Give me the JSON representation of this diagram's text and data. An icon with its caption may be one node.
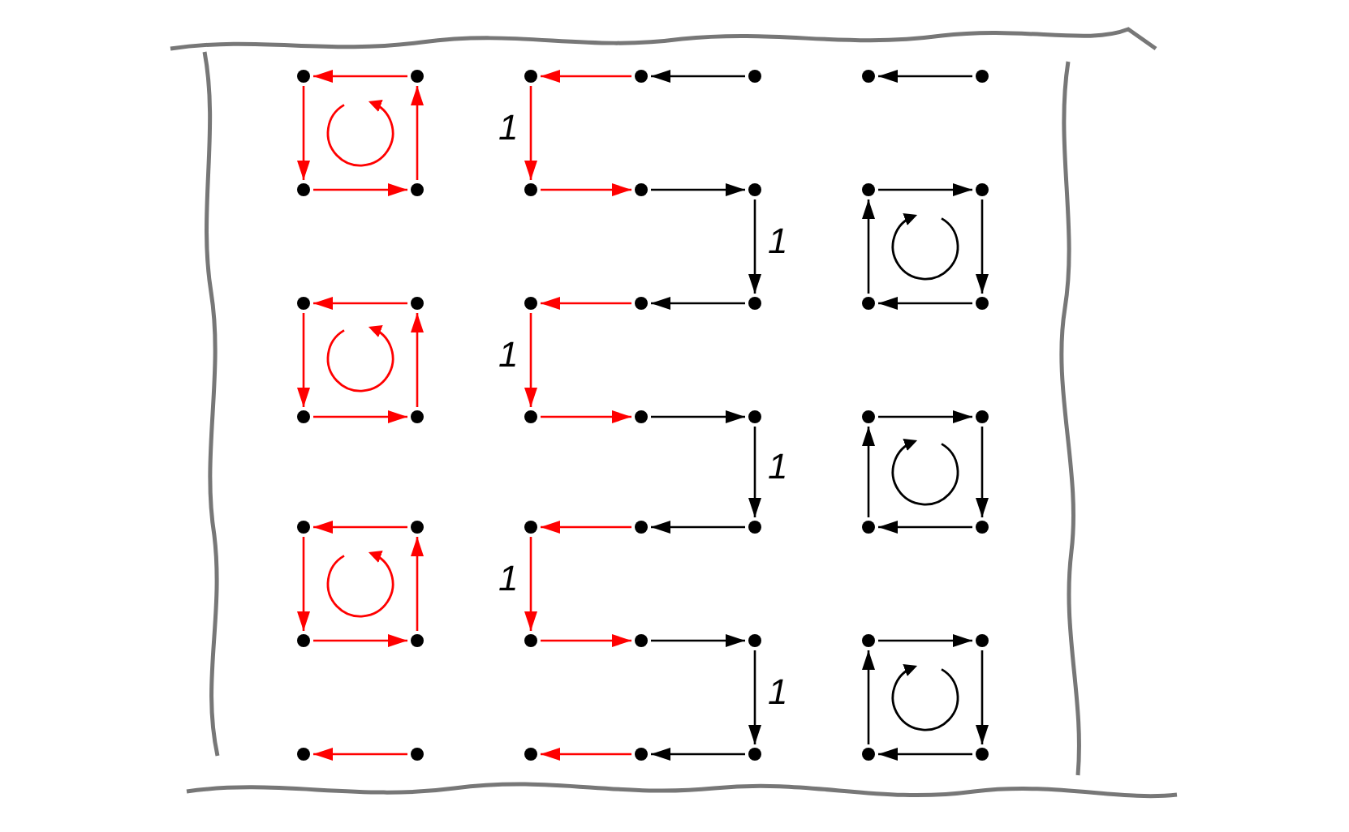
{
  "diagram": {
    "nodes": [
      {
        "text": [],
        "shape": "circle"
      },
      {
        "text": [],
        "shape": "circle"
      },
      {
        "text": [],
        "shape": "circle"
      },
      {
        "text": [],
        "shape": "circle"
      },
      {
        "text": [],
        "shape": "circle"
      },
      {
        "text": [],
        "shape": "circle"
      },
      {
        "text": [],
        "shape": "circle"
      },
      {
        "text": [],
        "shape": "circle"
      },
      {
        "text": [],
        "shape": "circle"
      },
      {
        "text": [],
        "shape": "circle"
      },
      {
        "text": [],
        "shape": "circle"
      },
      {
        "text": [],
        "shape": "circle"
      },
      {
        "text": [],
        "shape": "circle"
      },
      {
        "text": [],
        "shape": "circle"
      },
      {
        "text": [],
        "shape": "circle"
      },
      {
        "text": [],
        "shape": "circle"
      },
      {
        "text": [],
        "shape": "circle"
      },
      {
        "text": [],
        "shape": "circle"
      },
      {
        "text": [],
        "shape": "circle"
      },
      {
        "text": [],
        "shape": "circle"
      },
      {
        "text": [],
        "shape": "circle"
      },
      {
        "text": [],
        "shape": "circle"
      },
      {
        "text": [],
        "shape": "circle"
      },
      {
        "text": [],
        "shape": "circle"
      },
      {
        "text": [],
        "shape": "circle"
      },
      {
        "text": [],
        "shape": "circle"
      },
      {
        "text": [],
        "shape": "circle"
      },
      {
        "text": [],
        "shape": "circle"
      },
      {
        "text": [],
        "shape": "circle"
      },
      {
        "text": [],
        "shape": "circle"
      },
      {
        "text": [],
        "shape": "circle"
      },
      {
        "text": [],
        "shape": "circle"
      },
      {
        "text": [],
        "shape": "circle"
      },
      {
        "text": [],
        "shape": "circle"
      },
      {
        "text": [],
        "shape": "circle"
      },
      {
        "text": [],
        "shape": "circle"
      },
      {
        "text": [],
        "shape": "circle"
      },
      {
        "text": [],
        "shape": "circle"
      },
      {
        "text": [],
        "shape": "circle"
      },
      {
        "text": [],
        "shape": "circle"
      },
      {
        "text": [],
        "shape": "circle"
      },
      {
        "text": [],
        "shape": "circle"
      },
      {
        "text": [],
        "shape": "circle"
      },
      {
        "text": [],
        "shape": "circle"
      },
      {
        "text": [],
        "shape": "circle"
      },
      {
        "text": [],
        "shape": "circle"
      },
      {
        "text": [],
        "shape": "circle"
      },
      {
        "text": [],
        "shape": "circle"
      },
      {
        "text": [],
        "shape": "circle"
      }
    ],
    "edges": [
      {
        "from": 1,
        "to": 0,
        "arrow": "to",
        "color": "#ff0000"
      },
      {
        "from": 0,
        "to": 7,
        "arrow": "to",
        "color": "#ff0000"
      },
      {
        "from": 7,
        "to": 8,
        "arrow": "to",
        "color": "#ff0000"
      },
      {
        "from": 8,
        "to": 1,
        "arrow": "to",
        "color": "#ff0000"
      },
      {
        "from": 15,
        "to": 14,
        "arrow": "to",
        "color": "#ff0000"
      },
      {
        "from": 14,
        "to": 21,
        "arrow": "to",
        "color": "#ff0000"
      },
      {
        "from": 21,
        "to": 22,
        "arrow": "to",
        "color": "#ff0000"
      },
      {
        "from": 22,
        "to": 15,
        "arrow": "to",
        "color": "#ff0000"
      },
      {
        "from": 29,
        "to": 28,
        "arrow": "to",
        "color": "#ff0000"
      },
      {
        "from": 28,
        "to": 35,
        "arrow": "to",
        "color": "#ff0000"
      },
      {
        "from": 35,
        "to": 36,
        "arrow": "to",
        "color": "#ff0000"
      },
      {
        "from": 36,
        "to": 29,
        "arrow": "to",
        "color": "#ff0000"
      },
      {
        "from": 43,
        "to": 42,
        "arrow": "to",
        "color": "#ff0000"
      },
      {
        "from": 3,
        "to": 2,
        "arrow": "to",
        "color": "#ff0000"
      },
      {
        "from": 4,
        "to": 3,
        "arrow": "to",
        "color": "#000000"
      },
      {
        "from": 2,
        "to": 9,
        "arrow": "to",
        "label": "1",
        "color": "#ff0000"
      },
      {
        "from": 9,
        "to": 10,
        "arrow": "to",
        "color": "#ff0000"
      },
      {
        "from": 10,
        "to": 11,
        "arrow": "to",
        "color": "#000000"
      },
      {
        "from": 11,
        "to": 18,
        "arrow": "to",
        "label": "1",
        "color": "#000000"
      },
      {
        "from": 18,
        "to": 17,
        "arrow": "to",
        "color": "#000000"
      },
      {
        "from": 17,
        "to": 16,
        "arrow": "to",
        "color": "#ff0000"
      },
      {
        "from": 16,
        "to": 23,
        "arrow": "to",
        "label": "1",
        "color": "#ff0000"
      },
      {
        "from": 23,
        "to": 24,
        "arrow": "to",
        "color": "#ff0000"
      },
      {
        "from": 24,
        "to": 25,
        "arrow": "to",
        "color": "#000000"
      },
      {
        "from": 25,
        "to": 32,
        "arrow": "to",
        "label": "1",
        "color": "#000000"
      },
      {
        "from": 32,
        "to": 31,
        "arrow": "to",
        "color": "#000000"
      },
      {
        "from": 31,
        "to": 30,
        "arrow": "to",
        "color": "#ff0000"
      },
      {
        "from": 30,
        "to": 37,
        "arrow": "to",
        "label": "1",
        "color": "#ff0000"
      },
      {
        "from": 37,
        "to": 38,
        "arrow": "to",
        "color": "#ff0000"
      },
      {
        "from": 38,
        "to": 39,
        "arrow": "to",
        "color": "#000000"
      },
      {
        "from": 39,
        "to": 46,
        "arrow": "to",
        "label": "1",
        "color": "#000000"
      },
      {
        "from": 46,
        "to": 45,
        "arrow": "to",
        "color": "#000000"
      },
      {
        "from": 45,
        "to": 44,
        "arrow": "to",
        "color": "#ff0000"
      },
      {
        "from": 6,
        "to": 5,
        "arrow": "to",
        "color": "#000000"
      },
      {
        "from": 12,
        "to": 13,
        "arrow": "to",
        "color": "#000000"
      },
      {
        "from": 13,
        "to": 20,
        "arrow": "to",
        "color": "#000000"
      },
      {
        "from": 20,
        "to": 19,
        "arrow": "to",
        "color": "#000000"
      },
      {
        "from": 19,
        "to": 12,
        "arrow": "to",
        "color": "#000000"
      },
      {
        "from": 26,
        "to": 27,
        "arrow": "to",
        "color": "#000000"
      },
      {
        "from": 27,
        "to": 34,
        "arrow": "to",
        "color": "#000000"
      },
      {
        "from": 34,
        "to": 33,
        "arrow": "to",
        "color": "#000000"
      },
      {
        "from": 33,
        "to": 26,
        "arrow": "to",
        "color": "#000000"
      },
      {
        "from": 40,
        "to": 41,
        "arrow": "to",
        "color": "#000000"
      },
      {
        "from": 41,
        "to": 48,
        "arrow": "to",
        "color": "#000000"
      },
      {
        "from": 48,
        "to": 47,
        "arrow": "to",
        "color": "#000000"
      },
      {
        "from": 47,
        "to": 40,
        "arrow": "to",
        "color": "#000000"
      }
    ]
  }
}
